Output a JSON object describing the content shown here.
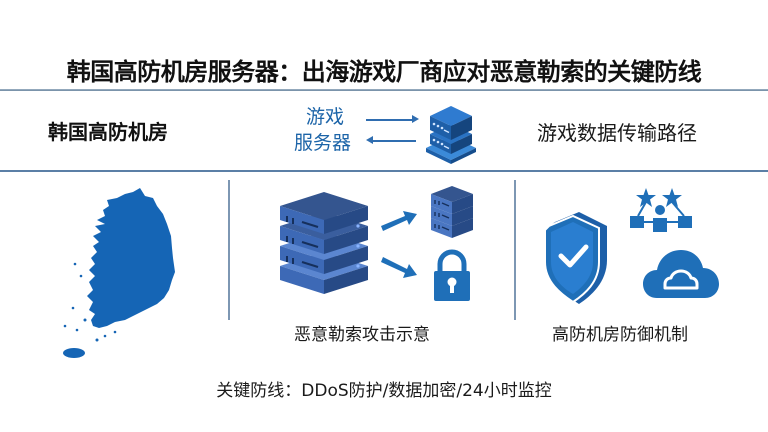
{
  "title": "韩国高防机房服务器：出海游戏厂商应对恶意勒索的关键防线",
  "band": {
    "left_label": "韩国高防机房",
    "server_label_line1": "游戏",
    "server_label_line2": "服务器",
    "right_label": "游戏数据传输路径"
  },
  "panels": [
    {
      "name": "korea-map",
      "caption": ""
    },
    {
      "name": "ransomware",
      "caption": "恶意勒索攻击示意"
    },
    {
      "name": "defense",
      "caption": "高防机房防御机制"
    }
  ],
  "footer": "关键防线：DDoS防护/数据加密/24小时监控",
  "colors": {
    "accent_blue": "#1f6fb8",
    "server_dark": "#2e4f86",
    "server_light": "#4a76c2",
    "divider": "#7d97b3"
  },
  "icons": [
    "server-stack-icon",
    "south-korea-map-icon",
    "arrow-icon",
    "lock-icon",
    "shield-check-icon",
    "network-hierarchy-icon",
    "cloud-icon"
  ]
}
